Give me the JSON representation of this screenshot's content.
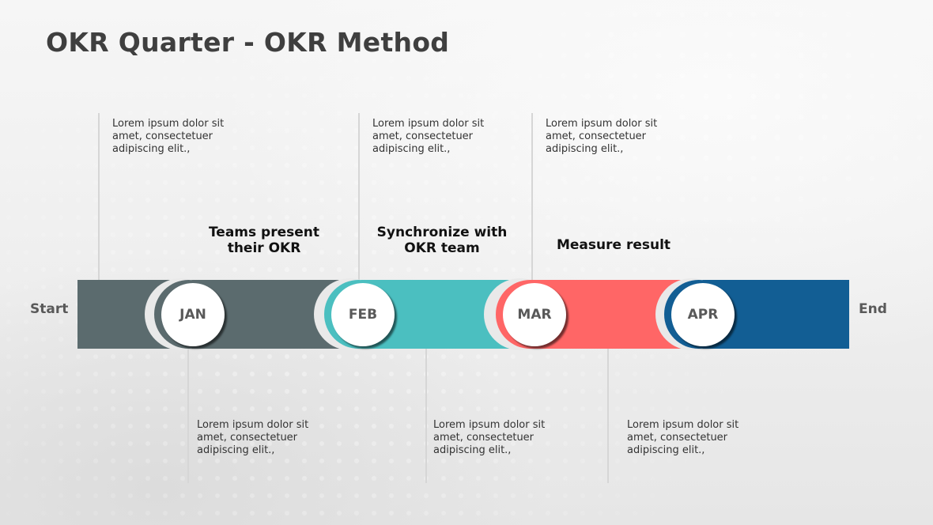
{
  "title": "OKR Quarter - OKR Method",
  "timeline": {
    "start_label": "Start",
    "end_label": "End",
    "months": [
      {
        "label": "JAN",
        "color": "#5b6b6e"
      },
      {
        "label": "FEB",
        "color": "#4bbfc0"
      },
      {
        "label": "MAR",
        "color": "#ff6666"
      },
      {
        "label": "APR",
        "color": "#125e94"
      }
    ],
    "headings": [
      {
        "line1": "Teams present",
        "line2": "their OKR"
      },
      {
        "line1": "Synchronize with",
        "line2": "OKR team"
      },
      {
        "line1": "Measure result",
        "line2": ""
      }
    ]
  },
  "notes_top": [
    {
      "line1": "Lorem ipsum  dolor sit",
      "line2": "amet, consectetuer",
      "line3": "adipiscing  elit.,"
    },
    {
      "line1": "Lorem ipsum  dolor sit",
      "line2": "amet, consectetuer",
      "line3": "adipiscing  elit.,"
    },
    {
      "line1": "Lorem ipsum  dolor sit",
      "line2": "amet, consectetuer",
      "line3": "adipiscing  elit.,"
    }
  ],
  "notes_bottom": [
    {
      "line1": "Lorem ipsum  dolor sit",
      "line2": "amet, consectetuer",
      "line3": "adipiscing  elit.,"
    },
    {
      "line1": "Lorem ipsum  dolor sit",
      "line2": "amet, consectetuer",
      "line3": "adipiscing  elit.,"
    },
    {
      "line1": "Lorem ipsum  dolor sit",
      "line2": "amet, consectetuer",
      "line3": "adipiscing  elit.,"
    }
  ]
}
